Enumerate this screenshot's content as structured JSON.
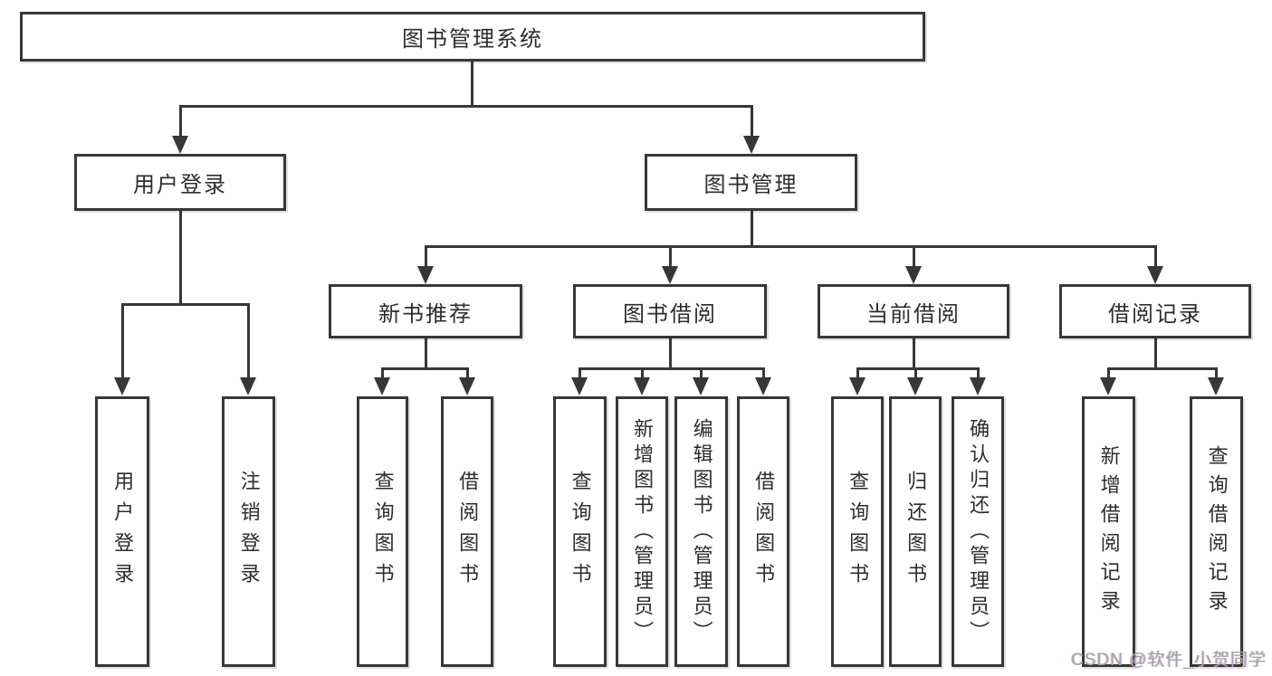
{
  "diagram": {
    "root": {
      "label": "图书管理系统"
    },
    "level2": [
      {
        "label": "用户登录"
      },
      {
        "label": "图书管理"
      }
    ],
    "level3": [
      {
        "label": "新书推荐",
        "parent": "图书管理"
      },
      {
        "label": "图书借阅",
        "parent": "图书管理"
      },
      {
        "label": "当前借阅",
        "parent": "图书管理"
      },
      {
        "label": "借阅记录",
        "parent": "图书管理"
      }
    ],
    "leaves": [
      {
        "label": "用户登录",
        "parent": "用户登录"
      },
      {
        "label": "注销登录",
        "parent": "用户登录"
      },
      {
        "label": "查询图书",
        "parent": "新书推荐"
      },
      {
        "label": "借阅图书",
        "parent": "新书推荐"
      },
      {
        "label": "查询图书",
        "parent": "图书借阅"
      },
      {
        "label": "新增图书（管理员）",
        "parent": "图书借阅"
      },
      {
        "label": "编辑图书（管理员）",
        "parent": "图书借阅"
      },
      {
        "label": "借阅图书",
        "parent": "图书借阅"
      },
      {
        "label": "查询图书",
        "parent": "当前借阅"
      },
      {
        "label": "归还图书",
        "parent": "当前借阅"
      },
      {
        "label": "确认归还（管理员）",
        "parent": "当前借阅"
      },
      {
        "label": "新增借阅记录",
        "parent": "借阅记录"
      },
      {
        "label": "查询借阅记录",
        "parent": "借阅记录"
      }
    ]
  },
  "watermark": {
    "text": "CSDN @软件_小贺同学"
  },
  "colors": {
    "line": "#373737",
    "text": "#2d2d2d",
    "watermark": "#a6a6a6",
    "background": "#ffffff"
  }
}
